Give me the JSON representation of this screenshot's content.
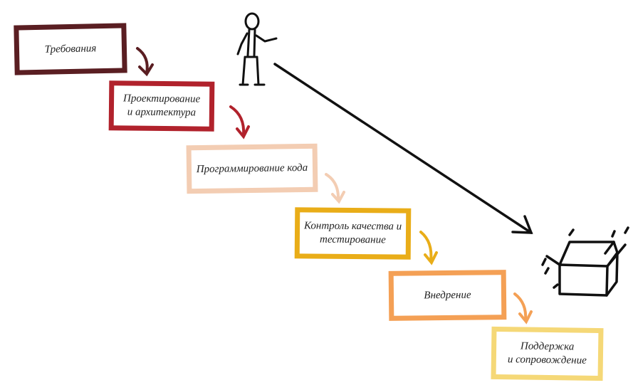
{
  "steps": [
    {
      "label": "Требования",
      "color": "#5a1e22"
    },
    {
      "label": "Проектирование\nи архитектура",
      "color": "#b1222c"
    },
    {
      "label": "Программирование кода",
      "color": "#f3cdb3"
    },
    {
      "label": "Контроль качества и\nтестирование",
      "color": "#e9ad18"
    },
    {
      "label": "Внедрение",
      "color": "#f4a055"
    },
    {
      "label": "Поддержка\nи сопровождение",
      "color": "#f5d877"
    }
  ],
  "icons": {
    "person": "stick-figure-icon",
    "box": "open-box-icon"
  }
}
